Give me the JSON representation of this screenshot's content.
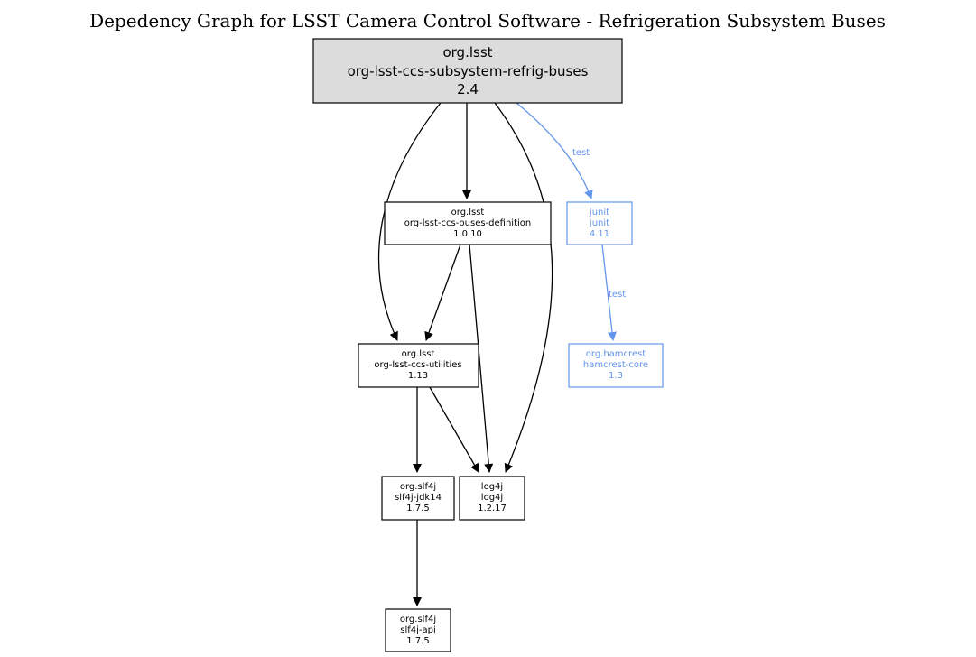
{
  "title": "Depedency Graph for LSST Camera Control Software - Refrigeration Subsystem Buses",
  "colors": {
    "test": "#6495ed",
    "root_fill": "#dcdcdc",
    "node_stroke": "#000000"
  },
  "nodes": {
    "root": {
      "group": "org.lsst",
      "artifact": "org-lsst-ccs-subsystem-refrig-buses",
      "version": "2.4"
    },
    "buses_def": {
      "group": "org.lsst",
      "artifact": "org-lsst-ccs-buses-definition",
      "version": "1.0.10"
    },
    "junit": {
      "group": "junit",
      "artifact": "junit",
      "version": "4.11"
    },
    "utilities": {
      "group": "org.lsst",
      "artifact": "org-lsst-ccs-utilities",
      "version": "1.13"
    },
    "hamcrest": {
      "group": "org.hamcrest",
      "artifact": "hamcrest-core",
      "version": "1.3"
    },
    "slf4j_jdk14": {
      "group": "org.slf4j",
      "artifact": "slf4j-jdk14",
      "version": "1.7.5"
    },
    "log4j": {
      "group": "log4j",
      "artifact": "log4j",
      "version": "1.2.17"
    },
    "slf4j_api": {
      "group": "org.slf4j",
      "artifact": "slf4j-api",
      "version": "1.7.5"
    }
  },
  "edges": [
    {
      "from": "root",
      "to": "buses_def",
      "label": ""
    },
    {
      "from": "root",
      "to": "utilities",
      "label": ""
    },
    {
      "from": "root",
      "to": "log4j",
      "label": ""
    },
    {
      "from": "root",
      "to": "junit",
      "label": "test"
    },
    {
      "from": "buses_def",
      "to": "utilities",
      "label": ""
    },
    {
      "from": "buses_def",
      "to": "log4j",
      "label": ""
    },
    {
      "from": "junit",
      "to": "hamcrest",
      "label": "test"
    },
    {
      "from": "utilities",
      "to": "slf4j_jdk14",
      "label": ""
    },
    {
      "from": "utilities",
      "to": "log4j",
      "label": ""
    },
    {
      "from": "slf4j_jdk14",
      "to": "slf4j_api",
      "label": ""
    }
  ]
}
